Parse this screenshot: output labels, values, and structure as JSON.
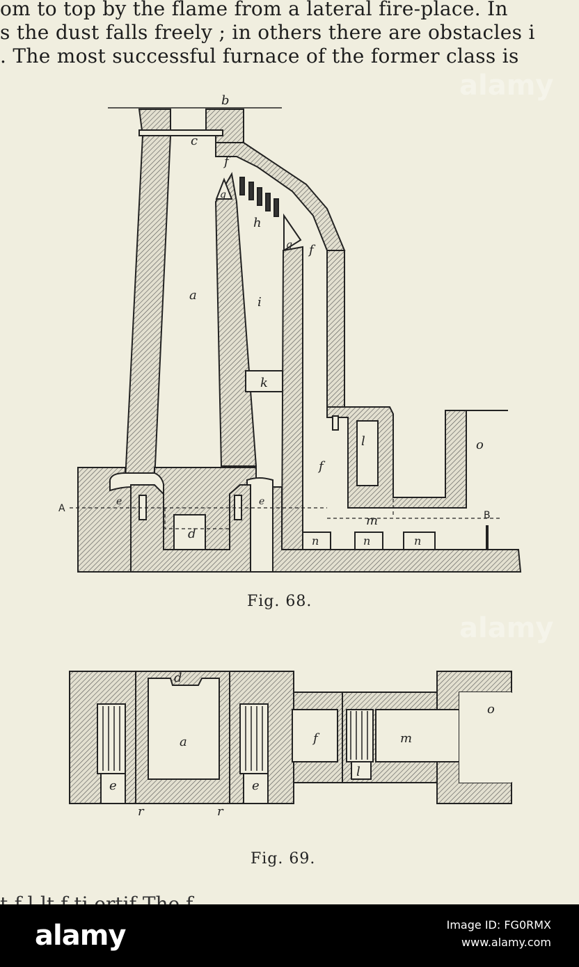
{
  "text": {
    "line1": "om to top by the flame from a lateral fire-place.  In",
    "line2": "s the dust falls freely ; in others there are obstacles i",
    "line3": ".  The most successful furnace of the former class is",
    "cut_line": "t-f-l-lt   f       ti    ertif           The f"
  },
  "fig68": {
    "caption": "Fig. 68.",
    "labels": {
      "a": "a",
      "b": "b",
      "c": "c",
      "d": "d",
      "e1": "e",
      "e2": "e",
      "f1": "f",
      "f2": "f",
      "f3": "f",
      "g1": "g",
      "g2": "g",
      "h": "h",
      "i": "i",
      "k": "k",
      "l": "l",
      "m": "m",
      "n1": "n",
      "n2": "n",
      "n3": "n",
      "o": "o",
      "A": "A",
      "B": "B"
    }
  },
  "fig69": {
    "caption": "Fig. 69.",
    "labels": {
      "a": "a",
      "d": "d",
      "e1": "e",
      "e2": "e",
      "f": "f",
      "l": "l",
      "m": "m",
      "o": "o",
      "r1": "r",
      "r2": "r"
    }
  },
  "watermark": {
    "text": "alamy"
  },
  "footer": {
    "logo": "alamy",
    "image_id": "Image ID: FG0RMX",
    "url": "www.alamy.com"
  },
  "colors": {
    "paper": "#f0eedf",
    "ink": "#1d1d1d",
    "footer": "#000000"
  }
}
